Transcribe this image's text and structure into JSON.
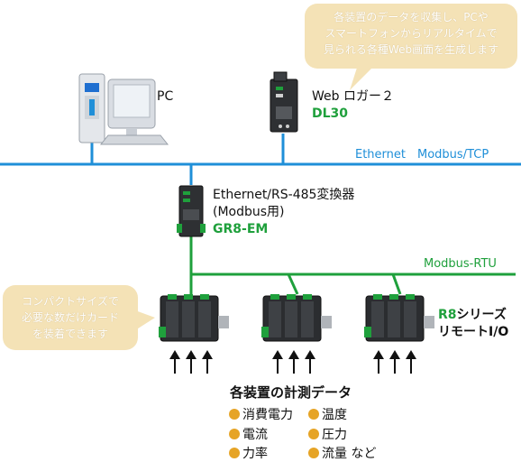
{
  "callouts": {
    "top": [
      "各装置のデータを収集し、PCや",
      "スマートフォンからリアルタイムで",
      "見られる各種Web画面を生成します"
    ],
    "left": [
      "コンパクトサイズで",
      "必要な数だけカード",
      "を装着できます"
    ]
  },
  "devices": {
    "pc": {
      "label": "PC"
    },
    "logger": {
      "label": "Web ロガー２",
      "model": "DL30"
    },
    "converter": {
      "label": "Ethernet/RS-485変換器",
      "sub": "(Modbus用)",
      "model": "GR8-EM"
    },
    "remote_io": {
      "label_prefix": "R8",
      "label_suffix": "シリーズ",
      "label2": "リモートI/O"
    }
  },
  "networks": {
    "ethernet": "Ethernet　Modbus/TCP",
    "rtu": "Modbus-RTU"
  },
  "measurements": {
    "title": "各装置の計測データ",
    "items": [
      "消費電力",
      "温度",
      "電流",
      "圧力",
      "力率",
      "流量 など"
    ]
  },
  "colors": {
    "ethernet_line": "#1f8fd8",
    "rtu_line": "#1fa03c",
    "callout": "#f4e2b6",
    "bullet": "#e6a426"
  }
}
